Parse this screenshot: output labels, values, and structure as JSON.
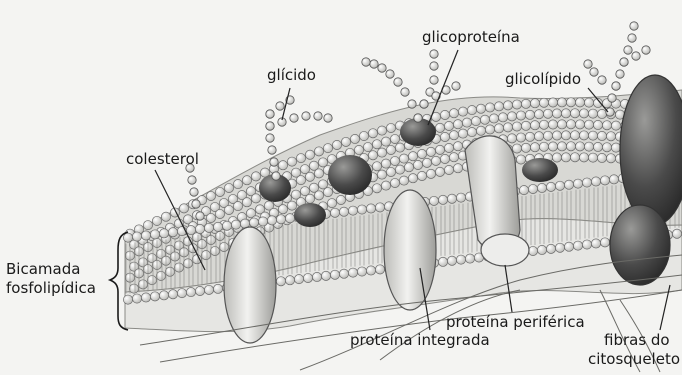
{
  "labels": {
    "glicoproteina": "glicoproteína",
    "glicido": "glícido",
    "glicolipido": "glicolípido",
    "colesterol": "colesterol",
    "bicamada_line1": "Bicamada",
    "bicamada_line2": "fosfolipídica",
    "proteina_periferica": "proteína periférica",
    "proteina_integrada": "proteína integrada",
    "fibras_line1": "fibras do",
    "fibras_line2": "citosqueleto"
  },
  "colors": {
    "background": "#f4f4f2",
    "membrane_fill": "#d8d8d4",
    "bead": "#e9e9e6",
    "bead_stroke": "#6a6a6a",
    "protein_dark": "#4a4a4a",
    "protein_light": "#cfcfcb",
    "label_text": "#1a1a1a",
    "leader_line": "#222222"
  }
}
